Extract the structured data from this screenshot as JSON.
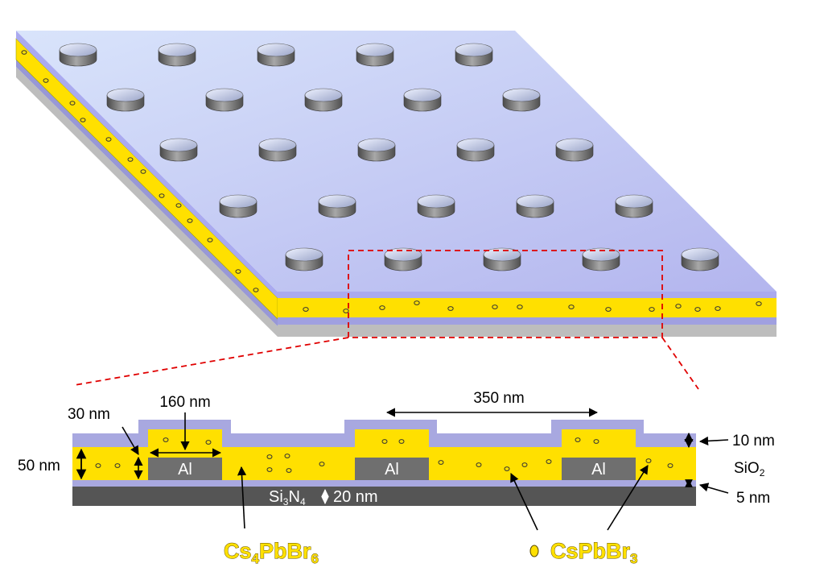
{
  "labels": {
    "pitch": "350 nm",
    "disk_diameter": "160 nm",
    "al_thickness": "30 nm",
    "perovskite_thickness": "50 nm",
    "top_sio2_thickness": "10 nm",
    "sio2_name": "SiO",
    "sio2_sub": "2",
    "bottom_sio2_thickness": "5 nm",
    "si3n4_name_a": "Si",
    "si3n4_sub_a": "3",
    "si3n4_name_b": "N",
    "si3n4_sub_b": "4",
    "si3n4_thickness": "20 nm",
    "al": "Al",
    "cs4pbbr6_a": "Cs",
    "cs4pbbr6_sub_a": "4",
    "cs4pbbr6_b": "PbBr",
    "cs4pbbr6_sub_b": "6",
    "cspbbr3_a": "CsPbBr",
    "cspbbr3_sub": "3"
  },
  "colors": {
    "sio2": "#a8a8e0",
    "top_surface": "#c8d4f4",
    "perovskite": "#ffe000",
    "aluminum": "#6f6f6f",
    "si3n4": "#555555",
    "substrate_gray": "#bdbdbd",
    "dashed": "#e00000"
  }
}
